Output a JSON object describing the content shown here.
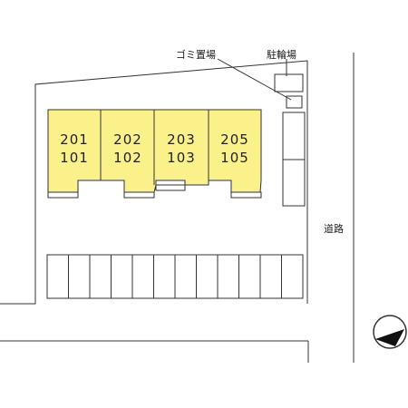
{
  "labels": {
    "garbage": "ゴミ置場",
    "bicycle": "駐輪場",
    "road": "道路"
  },
  "units": [
    {
      "top": "201",
      "bottom": "101"
    },
    {
      "top": "202",
      "bottom": "102"
    },
    {
      "top": "203",
      "bottom": "103"
    },
    {
      "top": "205",
      "bottom": "105"
    }
  ],
  "parking_spaces": 12,
  "colors": {
    "building": "#fbf18a",
    "outline": "#333333",
    "background": "#ffffff"
  }
}
